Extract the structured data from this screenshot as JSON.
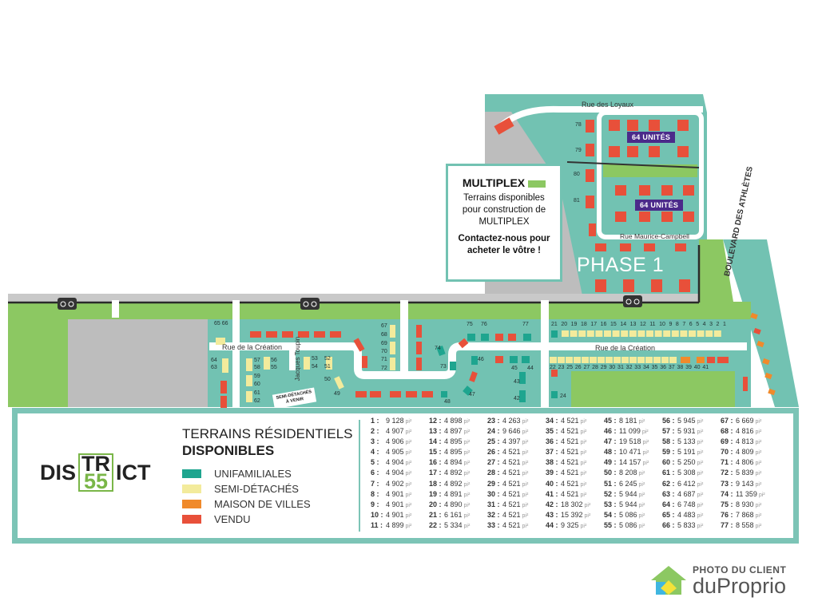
{
  "streets": {
    "loyaux": "Rue des Loyaux",
    "maurice": "Rue Maurice-Campbell",
    "boulevard": "BOULEVARD DES ATHLÈTES",
    "creation_west": "Rue de la Création",
    "creation_east": "Rue de la Création",
    "toupin": "Jacques Toupin"
  },
  "units_labels": [
    "64 UNITÉS",
    "64 UNITÉS"
  ],
  "phase_label": "PHASE 1",
  "multiplex": {
    "title": "MULTIPLEX",
    "line1": "Terrains disponibles",
    "line2": "pour construction de",
    "line3": "MULTIPLEX",
    "contact1": "Contactez-nous pour",
    "contact2": "acheter le vôtre !"
  },
  "semi_sign": {
    "line1": "SEMI-DÉTACHÉS",
    "line2": "À VENIR"
  },
  "lot_labels": [
    "78",
    "79",
    "80",
    "81",
    "65 66",
    "67",
    "68",
    "69",
    "70",
    "71",
    "72",
    "64",
    "63",
    "57",
    "58",
    "56",
    "55",
    "59",
    "60",
    "61",
    "62",
    "53",
    "52",
    "54",
    "51",
    "50",
    "49",
    "48",
    "47",
    "46",
    "45",
    "44",
    "43",
    "42",
    "73",
    "74",
    "75",
    "76",
    "77",
    "21 20 19 18 17 16 15 14 13 12 11 10 9 8 7 6 5 4 3 2 1",
    "22 23 25 26 27 28 29 30 31 32 33 34 35 36 37 38 39 40 41",
    "24"
  ],
  "colors": {
    "unifamiliales": "#1ea58f",
    "semi": "#f3eb9c",
    "maison": "#f08a2b",
    "vendu": "#e8503a",
    "lots_bg": "#72c2b2",
    "green": "#8cc862",
    "gray": "#bdbdbd",
    "purple": "#4b2a8a"
  },
  "logo": {
    "left": "DIS",
    "top": "TR",
    "bottom": "55",
    "right": "ICT"
  },
  "legend": {
    "title1": "TERRAINS RÉSIDENTIELS",
    "title2": "DISPONIBLES",
    "items": [
      {
        "label": "UNIFAMILIALES",
        "color": "#1ea58f"
      },
      {
        "label": "SEMI-DÉTACHÉS",
        "color": "#f3eb9c"
      },
      {
        "label": "MAISON DE VILLES",
        "color": "#f08a2b"
      },
      {
        "label": "VENDU",
        "color": "#e8503a"
      }
    ]
  },
  "unit": "pi²",
  "lots": [
    {
      "n": "1",
      "v": "9 128"
    },
    {
      "n": "2",
      "v": "4 907"
    },
    {
      "n": "3",
      "v": "4 906"
    },
    {
      "n": "4",
      "v": "4 905"
    },
    {
      "n": "5",
      "v": "4 904"
    },
    {
      "n": "6",
      "v": "4 904"
    },
    {
      "n": "7",
      "v": "4 902"
    },
    {
      "n": "8",
      "v": "4 901"
    },
    {
      "n": "9",
      "v": "4 901"
    },
    {
      "n": "10",
      "v": "4 901"
    },
    {
      "n": "11",
      "v": "4 899"
    },
    {
      "n": "12",
      "v": "4 898"
    },
    {
      "n": "13",
      "v": "4 897"
    },
    {
      "n": "14",
      "v": "4 895"
    },
    {
      "n": "15",
      "v": "4 895"
    },
    {
      "n": "16",
      "v": "4 894"
    },
    {
      "n": "17",
      "v": "4 892"
    },
    {
      "n": "18",
      "v": "4 892"
    },
    {
      "n": "19",
      "v": "4 891"
    },
    {
      "n": "20",
      "v": "4 890"
    },
    {
      "n": "21",
      "v": "6 161"
    },
    {
      "n": "22",
      "v": "5 334"
    },
    {
      "n": "23",
      "v": "4 263"
    },
    {
      "n": "24",
      "v": "9 646"
    },
    {
      "n": "25",
      "v": "4 397"
    },
    {
      "n": "26",
      "v": "4 521"
    },
    {
      "n": "27",
      "v": "4 521"
    },
    {
      "n": "28",
      "v": "4 521"
    },
    {
      "n": "29",
      "v": "4 521"
    },
    {
      "n": "30",
      "v": "4 521"
    },
    {
      "n": "31",
      "v": "4 521"
    },
    {
      "n": "32",
      "v": "4 521"
    },
    {
      "n": "33",
      "v": "4 521"
    },
    {
      "n": "34",
      "v": "4 521"
    },
    {
      "n": "35",
      "v": "4 521"
    },
    {
      "n": "36",
      "v": "4 521"
    },
    {
      "n": "37",
      "v": "4 521"
    },
    {
      "n": "38",
      "v": "4 521"
    },
    {
      "n": "39",
      "v": "4 521"
    },
    {
      "n": "40",
      "v": "4 521"
    },
    {
      "n": "41",
      "v": "4 521"
    },
    {
      "n": "42",
      "v": "18 302"
    },
    {
      "n": "43",
      "v": "15 392"
    },
    {
      "n": "44",
      "v": "9 325"
    },
    {
      "n": "45",
      "v": "8 181"
    },
    {
      "n": "46",
      "v": "11 099"
    },
    {
      "n": "47",
      "v": "19 518"
    },
    {
      "n": "48",
      "v": "10 471"
    },
    {
      "n": "49",
      "v": "14 157"
    },
    {
      "n": "50",
      "v": "8 208"
    },
    {
      "n": "51",
      "v": "6 245"
    },
    {
      "n": "52",
      "v": "5 944"
    },
    {
      "n": "53",
      "v": "5 944"
    },
    {
      "n": "54",
      "v": "5 086"
    },
    {
      "n": "55",
      "v": "5 086"
    },
    {
      "n": "56",
      "v": "5 945"
    },
    {
      "n": "57",
      "v": "5 931"
    },
    {
      "n": "58",
      "v": "5 133"
    },
    {
      "n": "59",
      "v": "5 191"
    },
    {
      "n": "60",
      "v": "5 250"
    },
    {
      "n": "61",
      "v": "5 308"
    },
    {
      "n": "62",
      "v": "6 412"
    },
    {
      "n": "63",
      "v": "4 687"
    },
    {
      "n": "64",
      "v": "6 748"
    },
    {
      "n": "65",
      "v": "4 483"
    },
    {
      "n": "66",
      "v": "5 833"
    },
    {
      "n": "67",
      "v": "6 669"
    },
    {
      "n": "68",
      "v": "4 816"
    },
    {
      "n": "69",
      "v": "4 813"
    },
    {
      "n": "70",
      "v": "4 809"
    },
    {
      "n": "71",
      "v": "4 806"
    },
    {
      "n": "72",
      "v": "5 839"
    },
    {
      "n": "73",
      "v": "9 143"
    },
    {
      "n": "74",
      "v": "11 359"
    },
    {
      "n": "75",
      "v": "8 930"
    },
    {
      "n": "76",
      "v": "7 868"
    },
    {
      "n": "77",
      "v": "8 558"
    }
  ],
  "watermark": {
    "line1": "PHOTO DU CLIENT",
    "line2": "duProprio"
  }
}
